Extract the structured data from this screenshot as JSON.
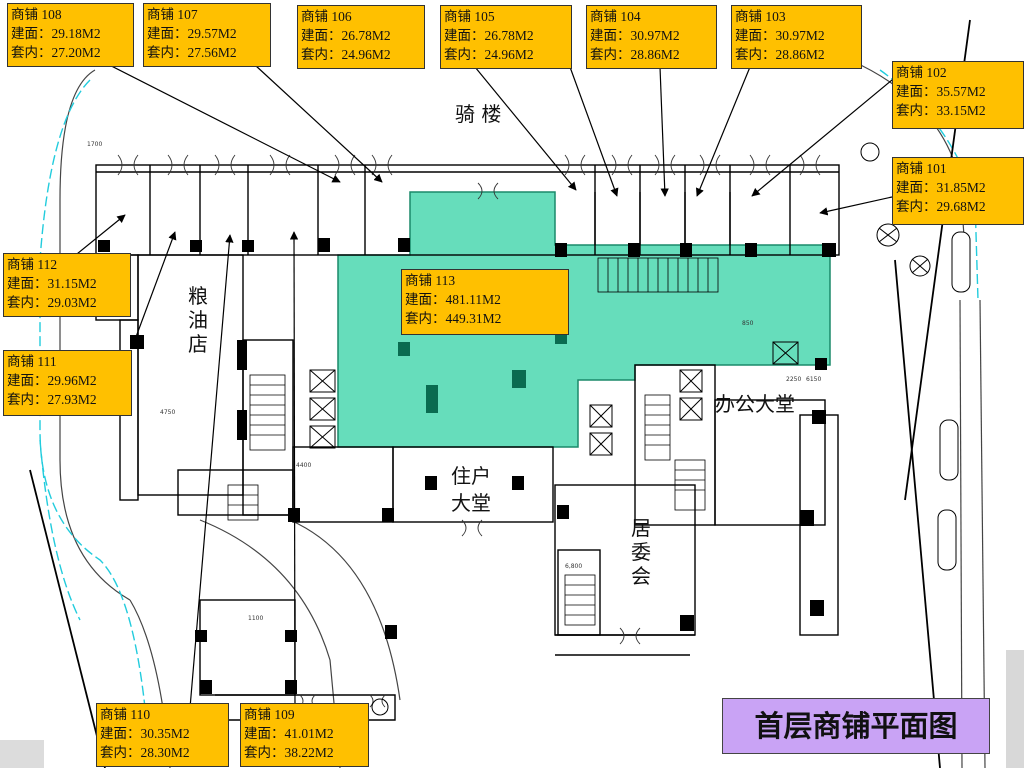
{
  "title": "首层商铺平面图",
  "shops": [
    {
      "id": "108",
      "name": "商铺 108",
      "built": "建面：29.18M2",
      "inner": "套内：27.20M2"
    },
    {
      "id": "107",
      "name": "商铺 107",
      "built": "建面：29.57M2",
      "inner": "套内：27.56M2"
    },
    {
      "id": "106",
      "name": "商铺 106",
      "built": "建面：26.78M2",
      "inner": "套内：24.96M2"
    },
    {
      "id": "105",
      "name": "商铺 105",
      "built": "建面：26.78M2",
      "inner": "套内：24.96M2"
    },
    {
      "id": "104",
      "name": "商铺 104",
      "built": "建面：30.97M2",
      "inner": "套内：28.86M2"
    },
    {
      "id": "103",
      "name": "商铺 103",
      "built": "建面：30.97M2",
      "inner": "套内：28.86M2"
    },
    {
      "id": "102",
      "name": "商铺 102",
      "built": "建面：35.57M2",
      "inner": "套内：33.15M2"
    },
    {
      "id": "101",
      "name": "商铺 101",
      "built": "建面：31.85M2",
      "inner": "套内：29.68M2"
    },
    {
      "id": "112",
      "name": "商铺 112",
      "built": "建面：31.15M2",
      "inner": "套内：29.03M2"
    },
    {
      "id": "113",
      "name": "商铺 113",
      "built": "建面：481.11M2",
      "inner": "套内：449.31M2"
    },
    {
      "id": "111",
      "name": "商铺 111",
      "built": "建面：29.96M2",
      "inner": "套内：27.93M2"
    },
    {
      "id": "110",
      "name": "商铺 110",
      "built": "建面：30.35M2",
      "inner": "套内：28.30M2"
    },
    {
      "id": "109",
      "name": "商铺 109",
      "built": "建面：41.01M2",
      "inner": "套内：38.22M2"
    }
  ],
  "areas": {
    "arcade": "骑 楼",
    "grain_store": "粮油店",
    "office_lobby": "办公大堂",
    "resident_lobby_1": "住户",
    "resident_lobby_2": "大堂",
    "committee": "居委会"
  },
  "dimensions": [
    "1700",
    "4750",
    "2250",
    "6150",
    "4400",
    "1100",
    "6,800",
    "850"
  ],
  "colors": {
    "label_fill": "#ffc000",
    "shop113_fill": "#66ddbb",
    "title_fill": "#c9a3f5",
    "road_line": "#22ccdd"
  }
}
